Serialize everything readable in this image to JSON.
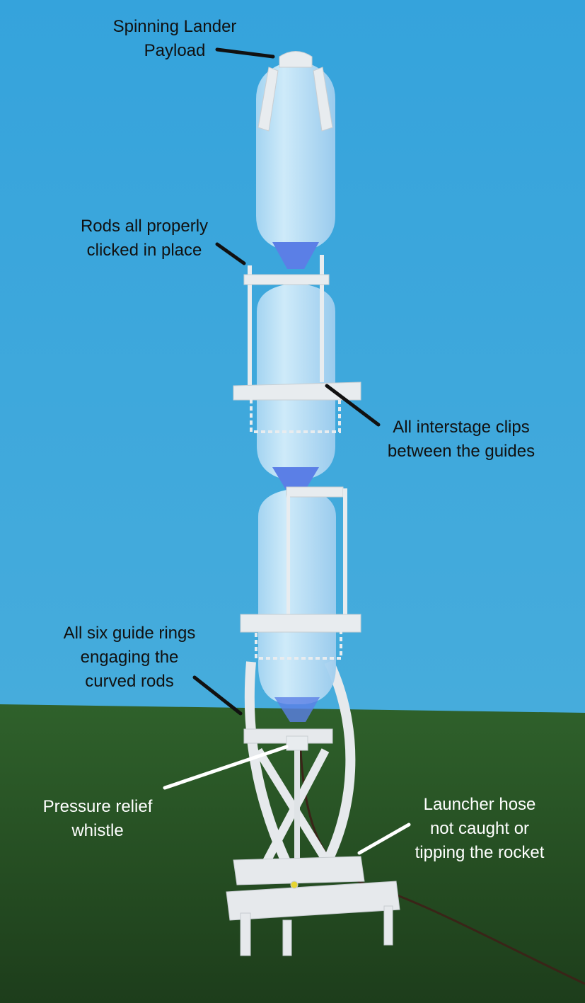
{
  "colors": {
    "sky_top": "#35a3dc",
    "sky_bottom": "#44abdc",
    "ground_top": "#2f612b",
    "ground_bottom": "#1d3d1b",
    "bottle": "#bfe3f7",
    "nozzle": "#5b7fe6",
    "frame": "#e8ecef"
  },
  "annotations": [
    {
      "id": "payload",
      "lines": [
        "Spinning Lander",
        "Payload"
      ]
    },
    {
      "id": "rods",
      "lines": [
        "Rods all properly",
        "clicked in place"
      ]
    },
    {
      "id": "clips",
      "lines": [
        "All interstage clips",
        "between the guides"
      ]
    },
    {
      "id": "rings",
      "lines": [
        "All six guide rings",
        "engaging the",
        "curved rods"
      ]
    },
    {
      "id": "whistle",
      "lines": [
        "Pressure relief",
        "whistle"
      ]
    },
    {
      "id": "hose",
      "lines": [
        "Launcher hose",
        "not caught or",
        "tipping the rocket"
      ]
    }
  ]
}
